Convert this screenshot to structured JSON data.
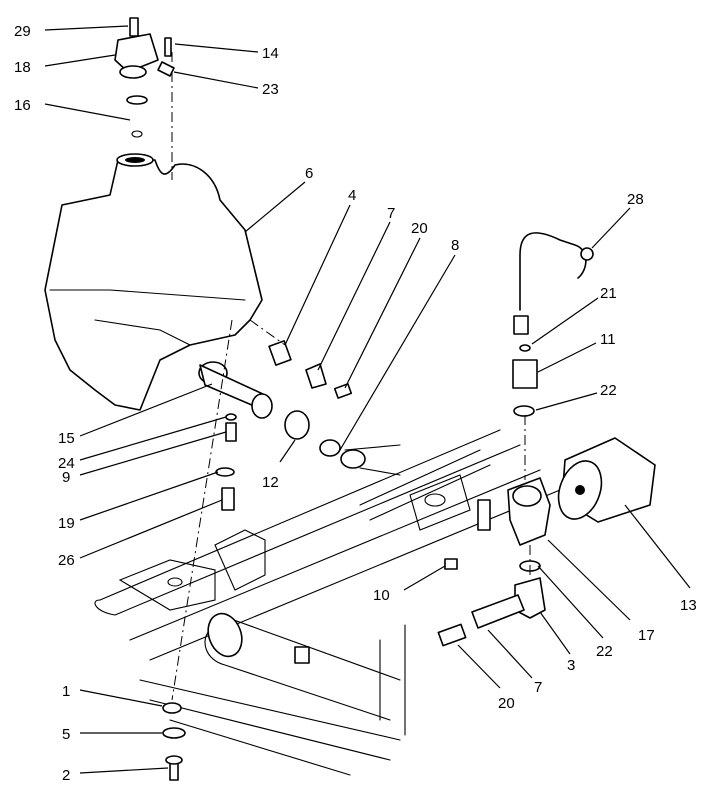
{
  "diagram": {
    "callouts": [
      "29",
      "18",
      "16",
      "14",
      "23",
      "6",
      "4",
      "7",
      "20",
      "8",
      "28",
      "21",
      "11",
      "22",
      "15",
      "24",
      "9",
      "19",
      "26",
      "12",
      "10",
      "13",
      "17",
      "22",
      "3",
      "7",
      "20",
      "1",
      "5",
      "2"
    ],
    "colors": {
      "line": "#000000",
      "background": "#ffffff"
    }
  }
}
